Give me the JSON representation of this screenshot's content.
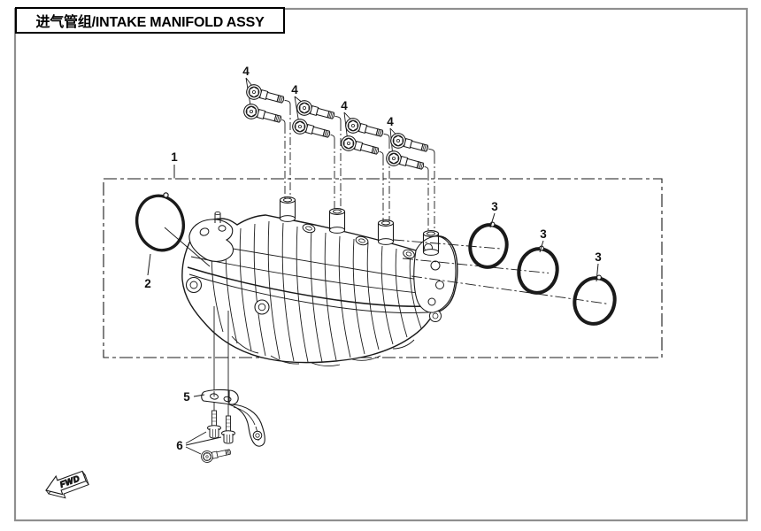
{
  "title": {
    "text": "进气管组/INTAKE MANIFOLD ASSY"
  },
  "fwd": {
    "label": "FWD"
  },
  "callouts": {
    "c1": {
      "label": "1"
    },
    "c2": {
      "label": "2"
    },
    "c3a": {
      "label": "3"
    },
    "c3b": {
      "label": "3"
    },
    "c3c": {
      "label": "3"
    },
    "c4a": {
      "label": "4"
    },
    "c4b": {
      "label": "4"
    },
    "c4c": {
      "label": "4"
    },
    "c4d": {
      "label": "4"
    },
    "c5": {
      "label": "5"
    },
    "c6": {
      "label": "6"
    }
  },
  "colors": {
    "line": "#1a1a1a",
    "page_border": "#8f8f8f",
    "background": "#ffffff"
  }
}
